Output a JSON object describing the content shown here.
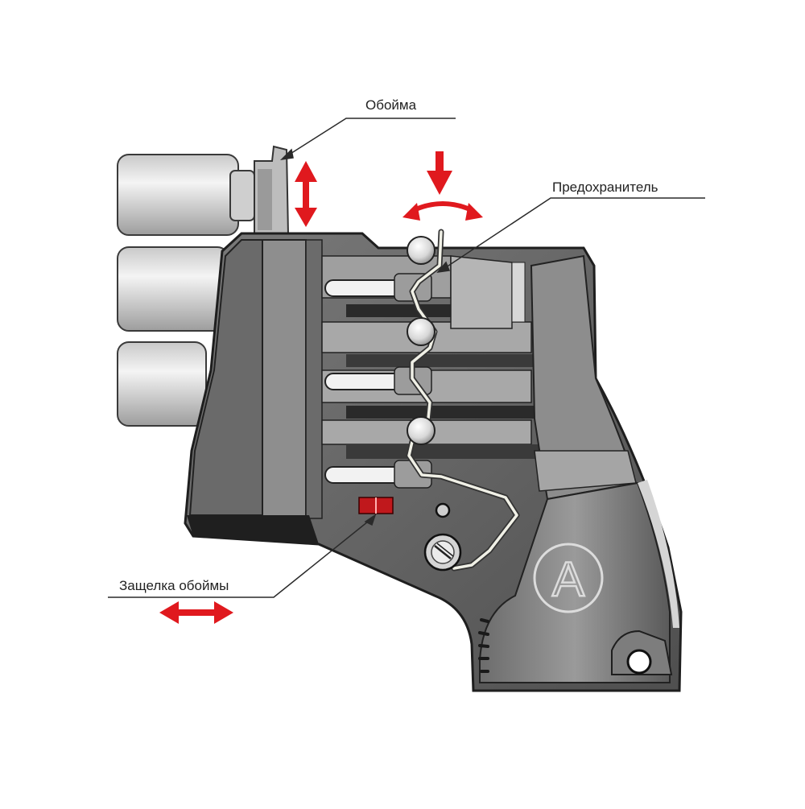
{
  "labels": {
    "clip": "Обойма",
    "safety": "Предохранитель",
    "latch": "Защелка обоймы"
  },
  "emblem": {
    "letter": "A"
  },
  "colors": {
    "body_dark": "#5f5f5f",
    "body_mid": "#8a8a8a",
    "body_light": "#b8b8b8",
    "highlight": "#dcdcdc",
    "outline": "#1e1e1e",
    "arrow_red": "#e0191e",
    "leader": "#2a2a2a",
    "cartridge": "#e6e6e6"
  }
}
